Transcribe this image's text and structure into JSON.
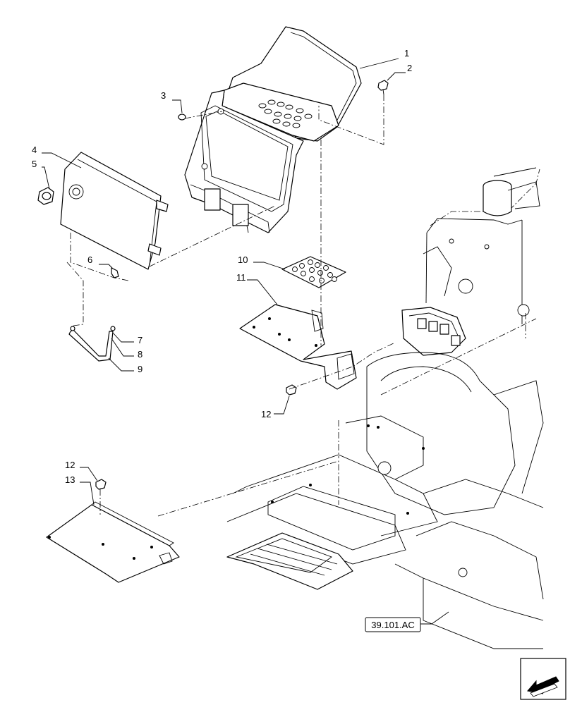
{
  "callouts": [
    {
      "id": "c1",
      "label": "1"
    },
    {
      "id": "c2",
      "label": "2"
    },
    {
      "id": "c3",
      "label": "3"
    },
    {
      "id": "c4",
      "label": "4"
    },
    {
      "id": "c5",
      "label": "5"
    },
    {
      "id": "c6",
      "label": "6"
    },
    {
      "id": "c7",
      "label": "7"
    },
    {
      "id": "c8",
      "label": "8"
    },
    {
      "id": "c9",
      "label": "9"
    },
    {
      "id": "c10",
      "label": "10"
    },
    {
      "id": "c11",
      "label": "11"
    },
    {
      "id": "c12a",
      "label": "12"
    },
    {
      "id": "c12b",
      "label": "12"
    },
    {
      "id": "c13",
      "label": "13"
    }
  ],
  "reference": {
    "label": "39.101.AC"
  },
  "nav": {
    "icon": "arrow-left-down-icon"
  }
}
